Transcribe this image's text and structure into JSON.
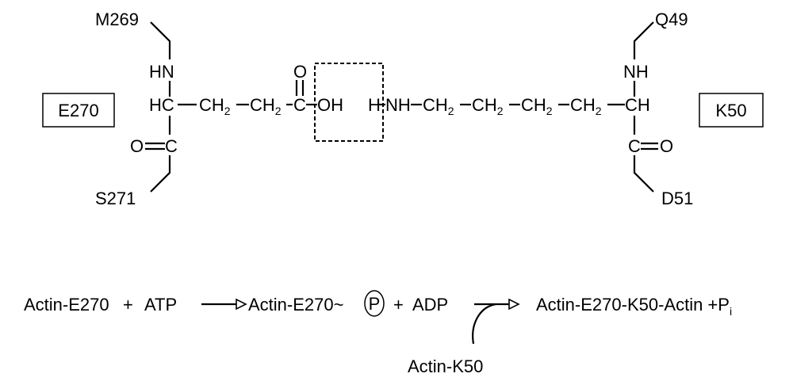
{
  "structure": {
    "left_residue": {
      "box_label": "E270",
      "prev_residue": "M269",
      "next_residue": "S271",
      "amine": "HN",
      "alpha_carbon": "HC",
      "carbonyl_carbon": "C",
      "carbonyl_oxygen": "O",
      "side_chain": {
        "ch2a": "CH",
        "ch2b": "CH",
        "sub": "2",
        "carboxyl_c": "C",
        "carboxyl_o": "O",
        "hydroxyl": "OH"
      }
    },
    "right_residue": {
      "box_label": "K50",
      "prev_residue": "Q49",
      "next_residue": "D51",
      "amine": "NH",
      "alpha_carbon": "CH",
      "carbonyl_carbon": "C",
      "carbonyl_oxygen": "O",
      "side_chain": {
        "h": "H",
        "nh": "NH",
        "ch2": "CH",
        "sub": "2"
      }
    }
  },
  "reaction": {
    "reactant_1": "Actin-E270",
    "plus_1": "+",
    "atp": "ATP",
    "intermediate": "Actin-E270~",
    "phosphate_symbol": "P",
    "plus_2": "+",
    "adp": "ADP",
    "product": "Actin-E270-K50-Actin +P",
    "product_subscript": "i",
    "cofactor": "Actin-K50"
  }
}
